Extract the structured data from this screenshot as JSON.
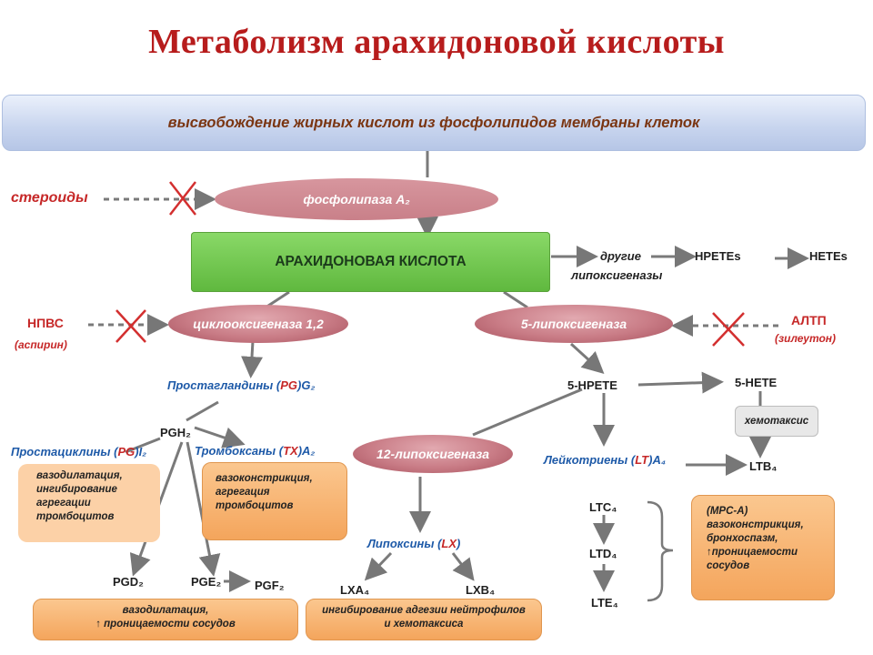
{
  "title": "Метаболизм арахидоновой кислоты",
  "banner": "высвобождение жирных кислот из фосфолипидов мембраны клеток",
  "steroids": "стероиды",
  "phospholipase": "фосфолипаза A₂",
  "acid": "АРАХИДОНОВАЯ КИСЛОТА",
  "other_lox": {
    "line1": "другие",
    "line2": "липоксигеназы"
  },
  "hpetes": "HPETEs",
  "hetes": "HETEs",
  "nsaid": {
    "line1": "НПВС",
    "line2": "(аспирин)"
  },
  "cox": "циклооксигеназа 1,2",
  "lox5": "5-липоксигеназа",
  "altp": {
    "line1": "АЛТП",
    "line2": "(зилеутон)"
  },
  "prostaglandins": {
    "prefix": "Простагландины (",
    "abbr": "PG",
    "suffix": ")G₂"
  },
  "hpete5": "5-HPETE",
  "hete5": "5-HETE",
  "chemotaxis": "хемотаксис",
  "pgh2": "PGH₂",
  "prostacyclins": {
    "prefix": "Простациклины (",
    "abbr": "PG",
    "suffix": ")I₂"
  },
  "thromboxanes": {
    "prefix": "Тромбоксаны (",
    "abbr": "TX",
    "suffix": ")A₂"
  },
  "lox12": "12-липоксигеназа",
  "leukotrienes": {
    "prefix": "Лейкотриены (",
    "abbr": "LT",
    "suffix": ")A₄"
  },
  "ltb4": "LTB₄",
  "box_pgi2": [
    "вазодилатация,",
    "ингибирование",
    "агрегации",
    "тромбоцитов"
  ],
  "box_txa2": [
    "вазоконстрикция,",
    "агрегация",
    "тромбоцитов"
  ],
  "ltc4": "LTC₄",
  "ltd4": "LTD₄",
  "lte4": "LTE₄",
  "box_mrsa": [
    "(MPC-A)",
    "вазоконстрикция,",
    "бронхоспазм,",
    "↑проницаемости",
    "сосудов"
  ],
  "lipoxins": {
    "prefix": "Липоксины (",
    "abbr": "LX",
    "suffix": ")"
  },
  "pgd2": "PGD₂",
  "pge2": "PGE₂",
  "pgf2": "PGF₂",
  "lxa4": "LXA₄",
  "lxb4": "LXB₄",
  "box_pgd": [
    "вазодилатация,",
    "↑ проницаемости сосудов"
  ],
  "box_lx": [
    "ингибирование адгезии нейтрофилов",
    "и хемотаксиса"
  ],
  "colors": {
    "title": "#b71c1c",
    "acid": "#6cc84a",
    "ellipse": "#c97c86",
    "box": "#f6ad66",
    "arrow": "#777777"
  }
}
